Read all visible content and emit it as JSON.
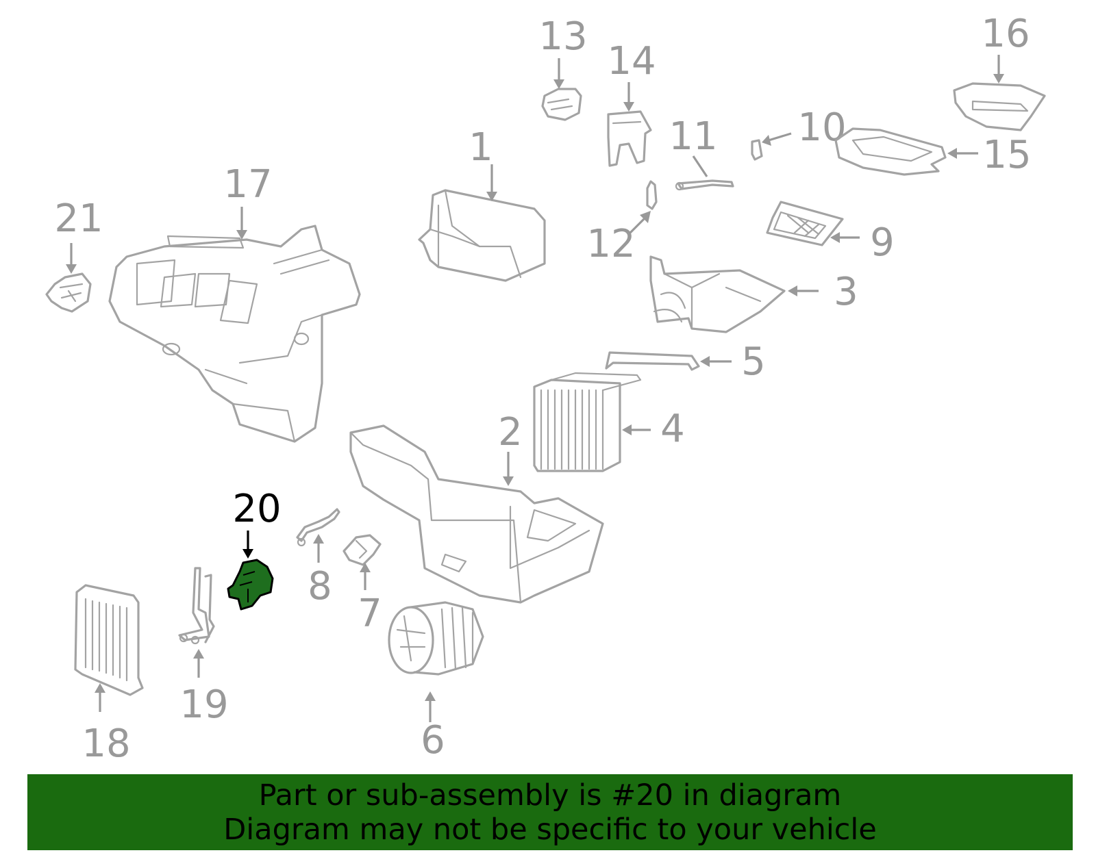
{
  "callouts": [
    {
      "id": "1",
      "label": "1"
    },
    {
      "id": "2",
      "label": "2"
    },
    {
      "id": "3",
      "label": "3"
    },
    {
      "id": "4",
      "label": "4"
    },
    {
      "id": "5",
      "label": "5"
    },
    {
      "id": "6",
      "label": "6"
    },
    {
      "id": "7",
      "label": "7"
    },
    {
      "id": "8",
      "label": "8"
    },
    {
      "id": "9",
      "label": "9"
    },
    {
      "id": "10",
      "label": "10"
    },
    {
      "id": "11",
      "label": "11"
    },
    {
      "id": "12",
      "label": "12"
    },
    {
      "id": "13",
      "label": "13"
    },
    {
      "id": "14",
      "label": "14"
    },
    {
      "id": "15",
      "label": "15"
    },
    {
      "id": "16",
      "label": "16"
    },
    {
      "id": "17",
      "label": "17"
    },
    {
      "id": "18",
      "label": "18"
    },
    {
      "id": "19",
      "label": "19"
    },
    {
      "id": "20",
      "label": "20",
      "highlighted": true
    },
    {
      "id": "21",
      "label": "21"
    }
  ],
  "highlight_color": "#1a6b0f",
  "banner": {
    "line1": "Part or sub-assembly is #20 in diagram",
    "line2": "Diagram may not be specific to your vehicle"
  }
}
